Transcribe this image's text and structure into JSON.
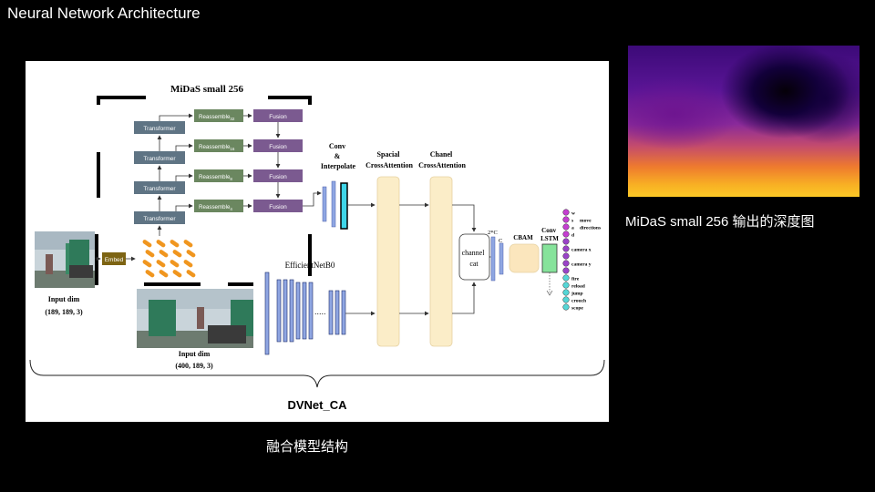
{
  "slide": {
    "title": "Neural Network Architecture",
    "figure_caption": "融合模型结构",
    "depth_caption": "MiDaS small 256 输出的深度图"
  },
  "diagram": {
    "midas_label": "MiDaS small 256",
    "transformer": [
      "Transformer",
      "Transformer",
      "Transformer",
      "Transformer"
    ],
    "reassemble": [
      {
        "base": "Reassemble",
        "sub": "32"
      },
      {
        "base": "Reassemble",
        "sub": "16"
      },
      {
        "base": "Reassemble",
        "sub": "8"
      },
      {
        "base": "Reassemble",
        "sub": "4"
      }
    ],
    "fusion": [
      "Fusion",
      "Fusion",
      "Fusion",
      "Fusion"
    ],
    "embed": "Embed",
    "conv_interp": [
      "Conv",
      "&",
      "Interpolate"
    ],
    "spacial": [
      "Spacial",
      "CrossAttention"
    ],
    "chanel": [
      "Chanel",
      "CrossAttention"
    ],
    "efficientnet": "EfficientNetB0",
    "dots": ".....",
    "channel_cat": [
      "channel",
      "cat"
    ],
    "label_2c": "2*C",
    "label_c": "C",
    "cbam": "CBAM",
    "conv_lstm": [
      "Conv",
      "LSTM"
    ],
    "input1": [
      "Input dim",
      "(189, 189, 3)"
    ],
    "input2": [
      "Input dim",
      "(400, 189, 3)"
    ],
    "model_name": "DVNet_CA",
    "outputs": [
      {
        "key": "w",
        "desc": "",
        "color": "#c43fd1"
      },
      {
        "key": "s",
        "desc": "move",
        "color": "#c43fd1"
      },
      {
        "key": "a",
        "desc": "directions",
        "color": "#c43fd1"
      },
      {
        "key": "d",
        "desc": "",
        "color": "#c43fd1"
      },
      {
        "key": "",
        "desc": "",
        "color": "#9a43c8"
      },
      {
        "key": "camera x",
        "desc": "",
        "color": "#9a43c8"
      },
      {
        "key": "",
        "desc": "",
        "color": "#9a43c8"
      },
      {
        "key": "camera y",
        "desc": "",
        "color": "#9a43c8"
      },
      {
        "key": "",
        "desc": "",
        "color": "#9a43c8"
      },
      {
        "key": "fire",
        "desc": "",
        "color": "#56d6d6"
      },
      {
        "key": "reload",
        "desc": "",
        "color": "#56d6d6"
      },
      {
        "key": "jump",
        "desc": "",
        "color": "#56d6d6"
      },
      {
        "key": "crouch",
        "desc": "",
        "color": "#56d6d6"
      },
      {
        "key": "scope",
        "desc": "",
        "color": "#56d6d6"
      }
    ],
    "colors": {
      "transformer": "#5f7484",
      "reassemble": "#6b8760",
      "fusion": "#7b5a90",
      "embed": "#7d6413",
      "attention": "#fbedc8",
      "cbam": "#fbe6bd",
      "lstm": "#86e39b",
      "conv_blue": "#8fa6e2",
      "conv_cyan": "#3fd5e8",
      "token": "#f0961f"
    }
  }
}
